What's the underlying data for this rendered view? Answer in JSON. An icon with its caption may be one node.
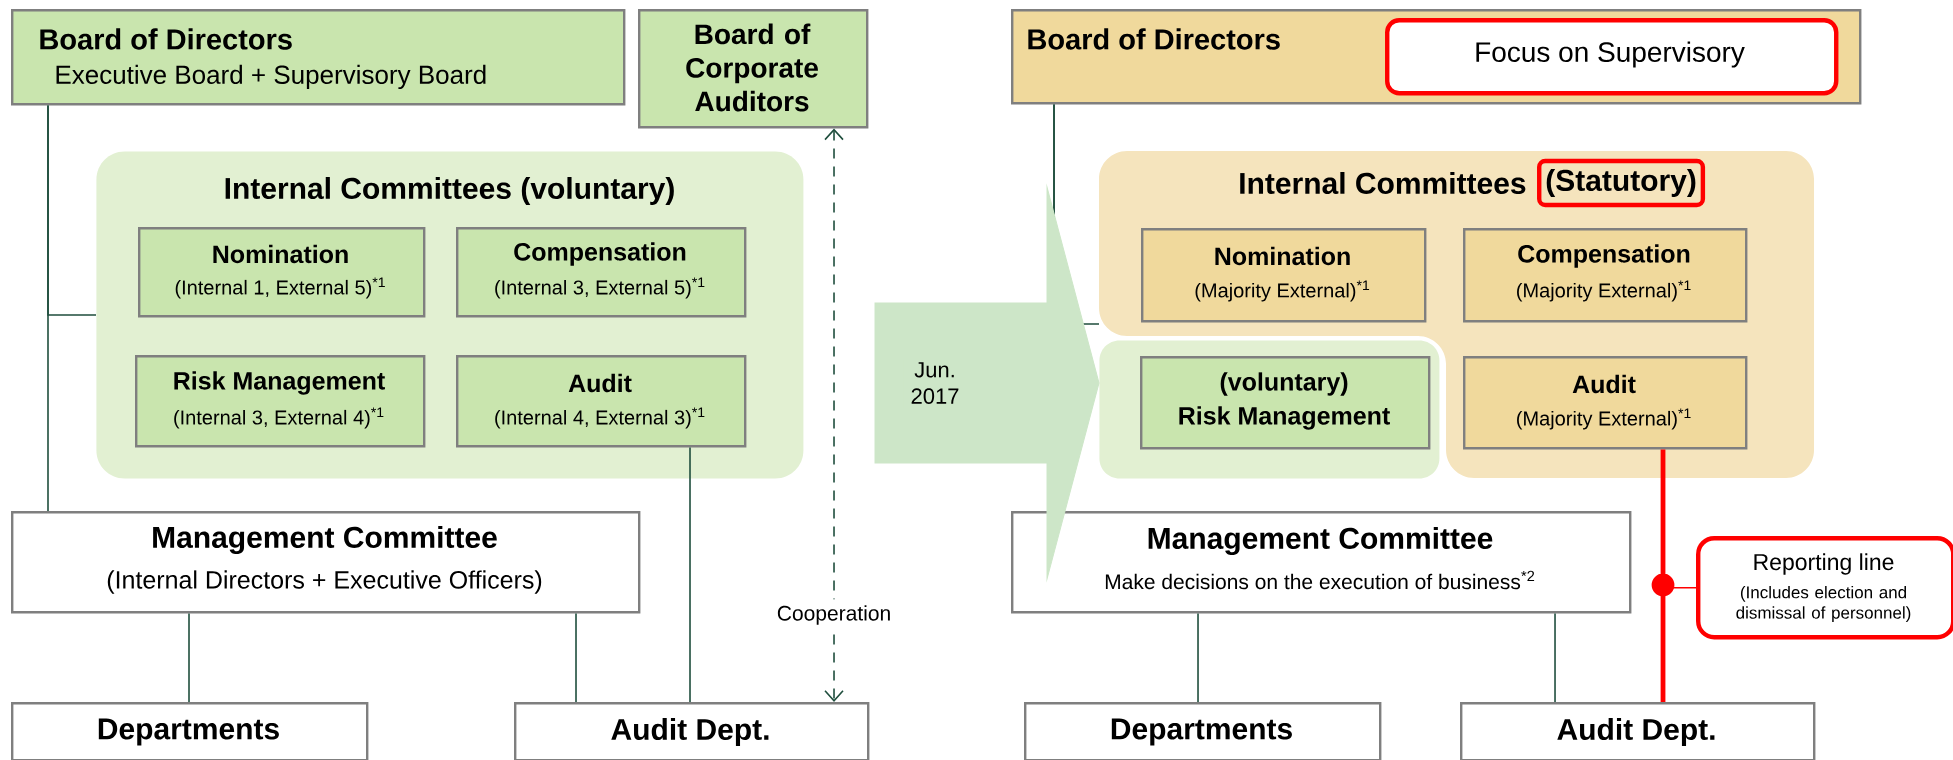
{
  "diagram": {
    "nodes": [
      {
        "text": [
          "Board of Directors",
          "Executive Board + Supervisory Board"
        ]
      },
      {
        "text": [
          "Board of Corporate Auditors"
        ]
      },
      {
        "text": [
          "Internal Committees (voluntary)"
        ]
      },
      {
        "text": [
          "Nomination",
          "(Internal 1, External 5)$^{*1}$"
        ],
        "in": 2
      },
      {
        "text": [
          "Compensation",
          "(Internal 3, External 5)$^{*1}$"
        ],
        "in": 2
      },
      {
        "text": [
          "Risk Management",
          "(Internal 3, External 4)$^{*1}$"
        ],
        "in": 2
      },
      {
        "text": [
          "Audit",
          "(Internal 4, External 3)$^{*1}$"
        ],
        "in": 2
      },
      {
        "text": [
          "Management Committee",
          "(Internal Directors + Executive Officers)"
        ]
      },
      {
        "text": [
          "Departments"
        ]
      },
      {
        "text": [
          "Audit Dept."
        ]
      },
      {
        "text": [
          "Board of Directors"
        ]
      },
      {
        "text": [
          "Focus on Supervisory"
        ],
        "in": 10
      },
      {
        "text": [
          "Internal Committees",
          "(Statutory)"
        ]
      },
      {
        "text": [
          "Nomination",
          "(Majority External)$^{*1}$"
        ],
        "in": 12
      },
      {
        "text": [
          "Compensation",
          "(Majority External)$^{*1}$"
        ],
        "in": 12
      },
      {
        "text": [],
        "shape": "box"
      },
      {
        "text": [
          "(voluntary)",
          "Risk Management"
        ],
        "in": 15
      },
      {
        "text": [
          "Audit",
          "(Majority External)$^{*1}$"
        ],
        "in": 12
      },
      {
        "text": [
          "Management Committee",
          "Make decisions on the execution of business$^{*2}$"
        ]
      },
      {
        "text": [
          "Departments"
        ]
      },
      {
        "text": [
          "Audit Dept."
        ]
      },
      {
        "text": [
          "Reporting line",
          "(Includes election and dismissal of personnel)"
        ]
      }
    ],
    "edges": [
      {
        "from": 0,
        "to": 7,
        "arrow": "none"
      },
      {
        "from": 0,
        "to": 2,
        "arrow": "none"
      },
      {
        "from": 6,
        "to": 9,
        "arrow": "none"
      },
      {
        "from": 7,
        "to": 8,
        "arrow": "none"
      },
      {
        "from": 7,
        "to": 9,
        "arrow": "none"
      },
      {
        "from": 1,
        "to": 9,
        "arrow": "both",
        "style": "dashed",
        "label": "Cooperation"
      },
      {
        "from": 10,
        "to": 18,
        "arrow": "none"
      },
      {
        "from": 10,
        "to": 12,
        "arrow": "none"
      },
      {
        "from": 18,
        "to": 19,
        "arrow": "none"
      },
      {
        "from": 18,
        "to": 20,
        "arrow": "none"
      },
      {
        "from": 17,
        "to": 20,
        "arrow": "none",
        "style": "thick",
        "color": "#ff0000"
      },
      {
        "from": 21,
        "to": null,
        "arrow": "none",
        "color": "#ff0000"
      },
      {
        "from": null,
        "to": 15,
        "arrow": "to",
        "style": "thick",
        "color": "#cde6c8",
        "label": "Jun. 2017"
      }
    ]
  }
}
